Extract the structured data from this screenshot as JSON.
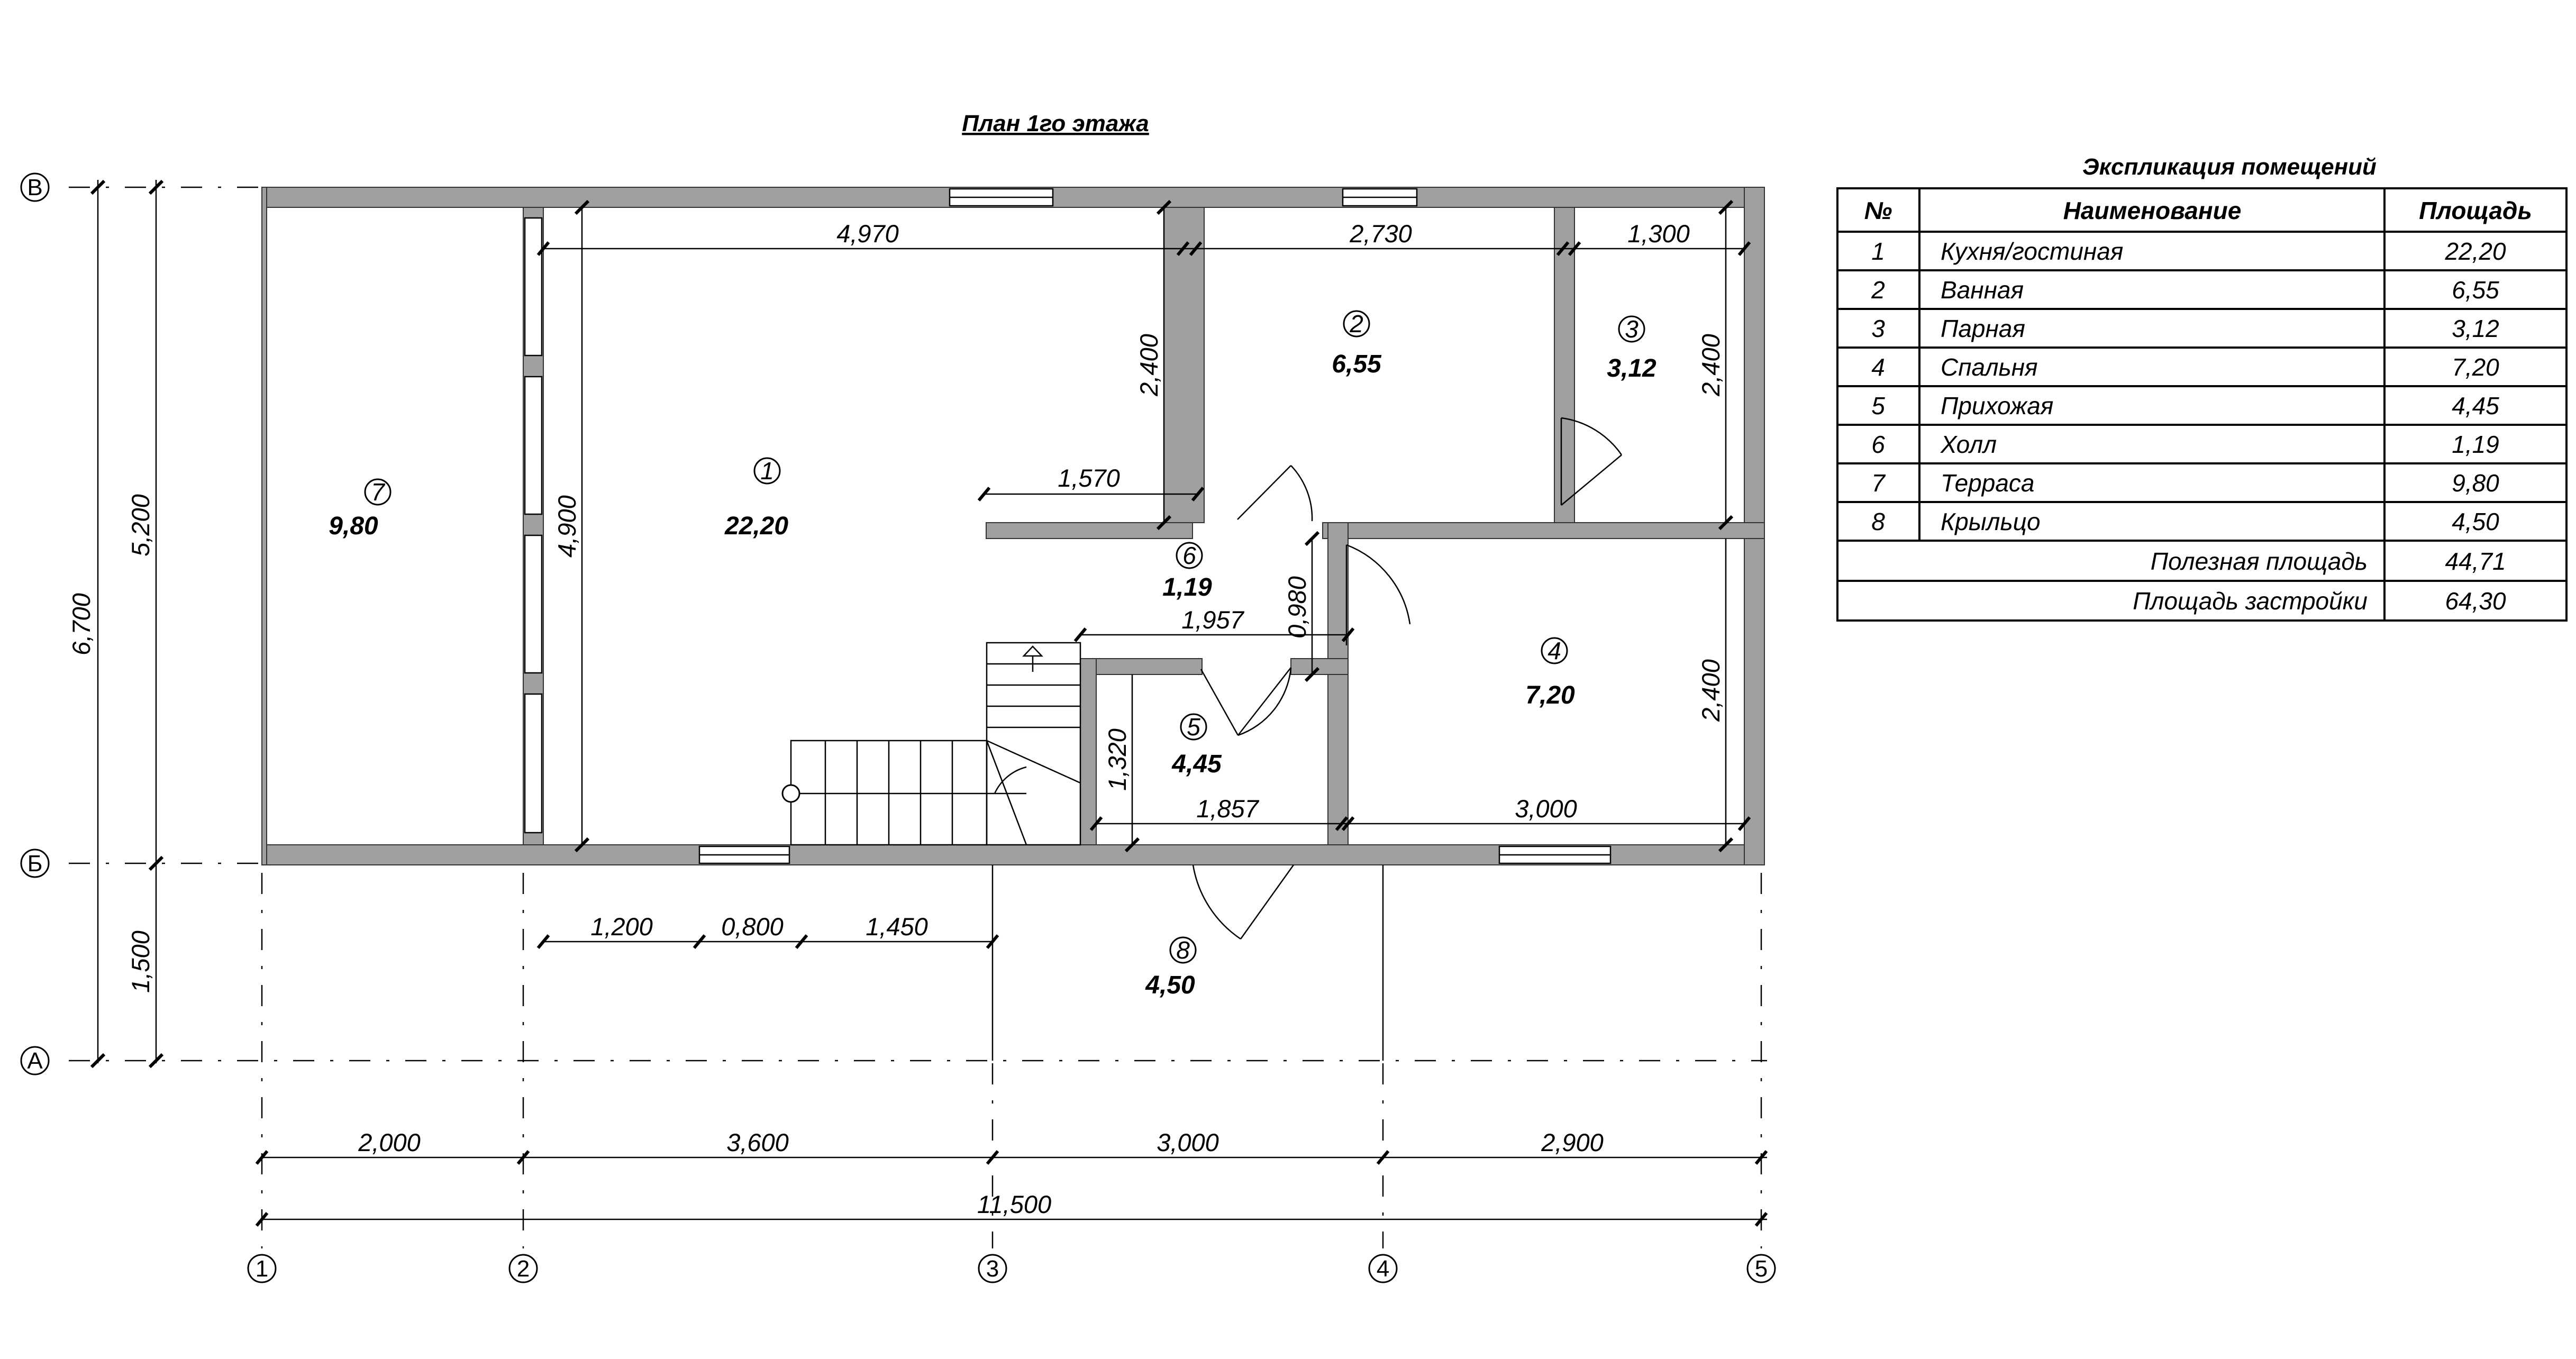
{
  "plan": {
    "title": "План 1го этажа"
  },
  "axes": {
    "horizontal": [
      "1",
      "2",
      "3",
      "4",
      "5"
    ],
    "vertical": [
      "В",
      "Б",
      "А"
    ]
  },
  "dimensions": {
    "bottom": [
      "2,000",
      "3,600",
      "3,000",
      "2,900"
    ],
    "total": "11,500",
    "left_total": "6,700",
    "left_upper": "5,200",
    "left_lower": "1,500",
    "kitchen_width": "4,970",
    "bath_width": "2,730",
    "sauna_width": "1,300",
    "kitchen_height": "4,900",
    "bath_height": "2,400",
    "sauna_height": "2,400",
    "bedroom_height": "2,400",
    "wall_offset": "1,570",
    "hall_width": "1,957",
    "hall_height": "0,980",
    "hallway_height": "1,320",
    "hallway_width": "1,857",
    "bedroom_width": "3,000",
    "porch_a": "1,200",
    "porch_b": "0,800",
    "porch_c": "1,450"
  },
  "rooms": [
    {
      "num": "1",
      "area": "22,20"
    },
    {
      "num": "2",
      "area": "6,55"
    },
    {
      "num": "3",
      "area": "3,12"
    },
    {
      "num": "4",
      "area": "7,20"
    },
    {
      "num": "5",
      "area": "4,45"
    },
    {
      "num": "6",
      "area": "1,19"
    },
    {
      "num": "7",
      "area": "9,80"
    },
    {
      "num": "8",
      "area": "4,50"
    }
  ],
  "schedule": {
    "title": "Экспликация помещений",
    "headers": [
      "№",
      "Наименование",
      "Площадь"
    ],
    "rows": [
      {
        "num": "1",
        "name": "Кухня/гостиная",
        "area": "22,20"
      },
      {
        "num": "2",
        "name": "Ванная",
        "area": "6,55"
      },
      {
        "num": "3",
        "name": "Парная",
        "area": "3,12"
      },
      {
        "num": "4",
        "name": "Спальня",
        "area": "7,20"
      },
      {
        "num": "5",
        "name": "Прихожая",
        "area": "4,45"
      },
      {
        "num": "6",
        "name": "Холл",
        "area": "1,19"
      },
      {
        "num": "7",
        "name": "Терраса",
        "area": "9,80"
      },
      {
        "num": "8",
        "name": "Крыльцо",
        "area": "4,50"
      }
    ],
    "useful_label": "Полезная площадь",
    "useful_value": "44,71",
    "built_label": "Площадь застройки",
    "built_value": "64,30"
  },
  "colors": {
    "wall_fill": "#a0a0a0",
    "line": "#000000",
    "background": "#ffffff"
  }
}
